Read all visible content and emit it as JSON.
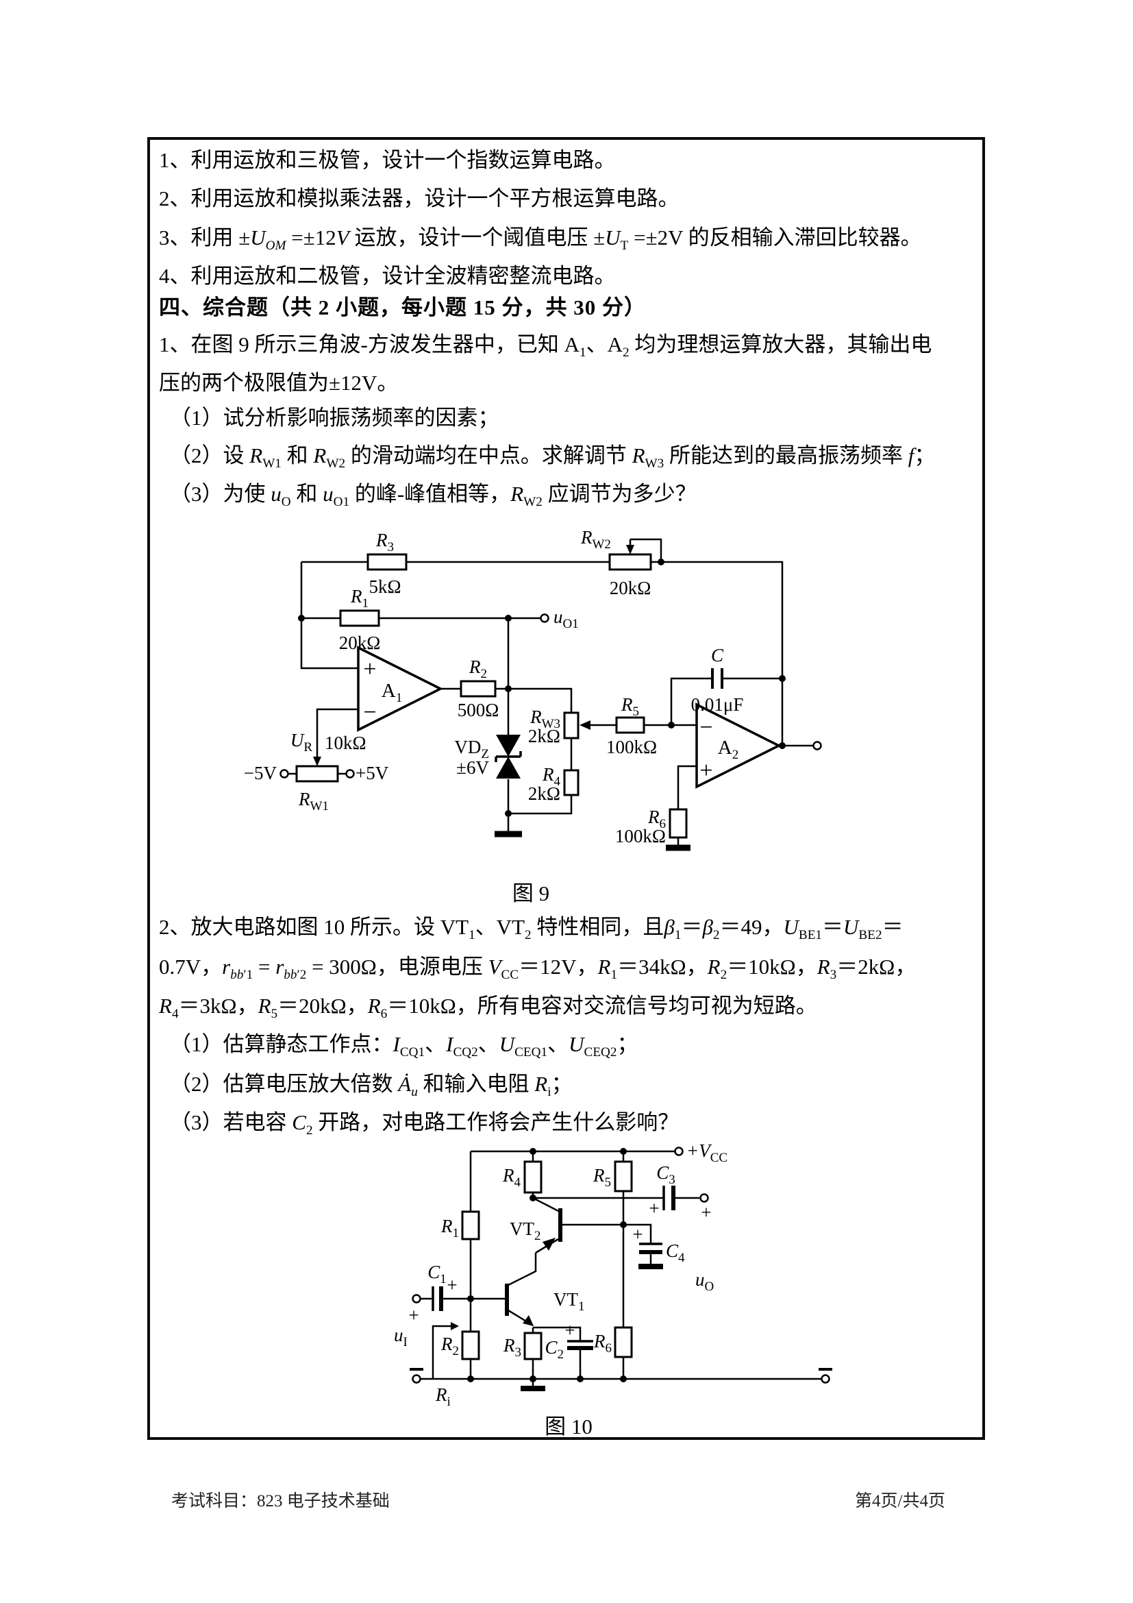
{
  "doc": {
    "items": [
      "1、利用运放和三极管，设计一个指数运算电路。",
      "2、利用运放和模拟乘法器，设计一个平方根运算电路。",
      "3、利用 ±<i>U</i><sub><i>OM</i></sub> =±12<i>V</i> 运放，设计一个阈值电压 ±<i>U</i><sub>T</sub> =±2V 的反相输入滞回比较器。",
      "4、利用运放和二极管，设计全波精密整流电路。"
    ],
    "section_heading": "四、综合题（共 2 小题，每小题 15 分，共 30 分）",
    "q1": {
      "l1": "1、在图 9 所示三角波-方波发生器中，已知 A<sub>1</sub>、A<sub>2</sub> 均为理想运算放大器，其输出电",
      "l2": "压的两个极限值为±12V。",
      "s1": "（1）试分析影响振荡频率的因素；",
      "s2": "（2）设 <i>R</i><sub>W1</sub> 和 <i>R</i><sub>W2</sub> 的滑动端均在中点。求解调节 <i>R</i><sub>W3</sub> 所能达到的最高振荡频率 <i>f</i>；",
      "s3": "（3）为使 <i>u</i><sub>O</sub> 和 <i>u</i><sub>O1</sub> 的峰-峰值相等，<i>R</i><sub>W2</sub> 应调节为多少？"
    },
    "fig9_caption": "图 9",
    "q2": {
      "l1": "2、放大电路如图 10 所示。设 VT<sub>1</sub>、VT<sub>2</sub> 特性相同，且<i>β</i><sub>1</sub>＝<i>β</i><sub>2</sub>＝49，<i>U</i><sub>BE1</sub>＝<i>U</i><sub>BE2</sub>＝",
      "l2": "0.7V，<i>r</i><sub><i>bb</i>′1</sub> = <i>r</i><sub><i>bb</i>′2</sub> = 300Ω，电源电压 <i>V</i><sub>CC</sub>＝12V，<i>R</i><sub>1</sub>＝34kΩ，<i>R</i><sub>2</sub>＝10kΩ，<i>R</i><sub>3</sub>＝2kΩ，",
      "l3": "<i>R</i><sub>4</sub>＝3kΩ，<i>R</i><sub>5</sub>＝20kΩ，<i>R</i><sub>6</sub>＝10kΩ，所有电容对交流信号均可视为短路。",
      "s1": "（1）估算静态工作点：<i>I</i><sub>CQ1</sub>、<i>I</i><sub>CQ2</sub>、<i>U</i><sub>CEQ1</sub>、<i>U</i><sub>CEQ2</sub>；",
      "s2": "（2）估算电压放大倍数 <i>Ȧ</i><sub><i>u</i></sub> 和输入电阻 <i>R</i><sub>i</sub>；",
      "s3": "（3）若电容 <i>C</i><sub>2</sub> 开路，对电路工作将会产生什么影响？"
    },
    "fig10_caption": "图 10",
    "footer_left": "考试科目：823  电子技术基础",
    "footer_right": "第4页/共4页"
  },
  "fig9": {
    "r3": {
      "b": "R",
      "s": "3"
    },
    "r3v": "5kΩ",
    "rw2": {
      "b": "R",
      "s": "W2"
    },
    "rw2v": "20kΩ",
    "r1": {
      "b": "R",
      "s": "1"
    },
    "r1v": "20kΩ",
    "uo1": {
      "b": "u",
      "s": "O1"
    },
    "a1": {
      "b": "A",
      "s": "1"
    },
    "a2": {
      "b": "A",
      "s": "2"
    },
    "plus": "+",
    "minus": "−",
    "r2": {
      "b": "R",
      "s": "2"
    },
    "r2v": "500Ω",
    "c": {
      "b": "C",
      "s": ""
    },
    "cv": "0.01μF",
    "rw3": {
      "b": "R",
      "s": "W3"
    },
    "rw3v": "2kΩ",
    "r4": {
      "b": "R",
      "s": "4"
    },
    "r4v": "2kΩ",
    "r5": {
      "b": "R",
      "s": "5"
    },
    "r5v": "100kΩ",
    "r6": {
      "b": "R",
      "s": "6"
    },
    "r6v": "100kΩ",
    "vdz": {
      "b": "VD",
      "s": "Z"
    },
    "vdzv": "±6V",
    "ur": {
      "b": "U",
      "s": "R"
    },
    "rw1": {
      "b": "R",
      "s": "W1"
    },
    "rw1v": "10kΩ",
    "vneg": "−5V",
    "vpos": "+5V"
  },
  "fig10": {
    "vcc": {
      "b": "+V",
      "s": "CC"
    },
    "r1": {
      "b": "R",
      "s": "1"
    },
    "r2": {
      "b": "R",
      "s": "2"
    },
    "r3": {
      "b": "R",
      "s": "3"
    },
    "r4": {
      "b": "R",
      "s": "4"
    },
    "r5": {
      "b": "R",
      "s": "5"
    },
    "r6": {
      "b": "R",
      "s": "6"
    },
    "c1": {
      "b": "C",
      "s": "1"
    },
    "c2": {
      "b": "C",
      "s": "2"
    },
    "c3": {
      "b": "C",
      "s": "3"
    },
    "c4": {
      "b": "C",
      "s": "4"
    },
    "vt1": {
      "b": "VT",
      "s": "1"
    },
    "vt2": {
      "b": "VT",
      "s": "2"
    },
    "ui": {
      "b": "u",
      "s": "I"
    },
    "uo": {
      "b": "u",
      "s": "O"
    },
    "ri": {
      "b": "R",
      "s": "i"
    },
    "plus": "+"
  }
}
